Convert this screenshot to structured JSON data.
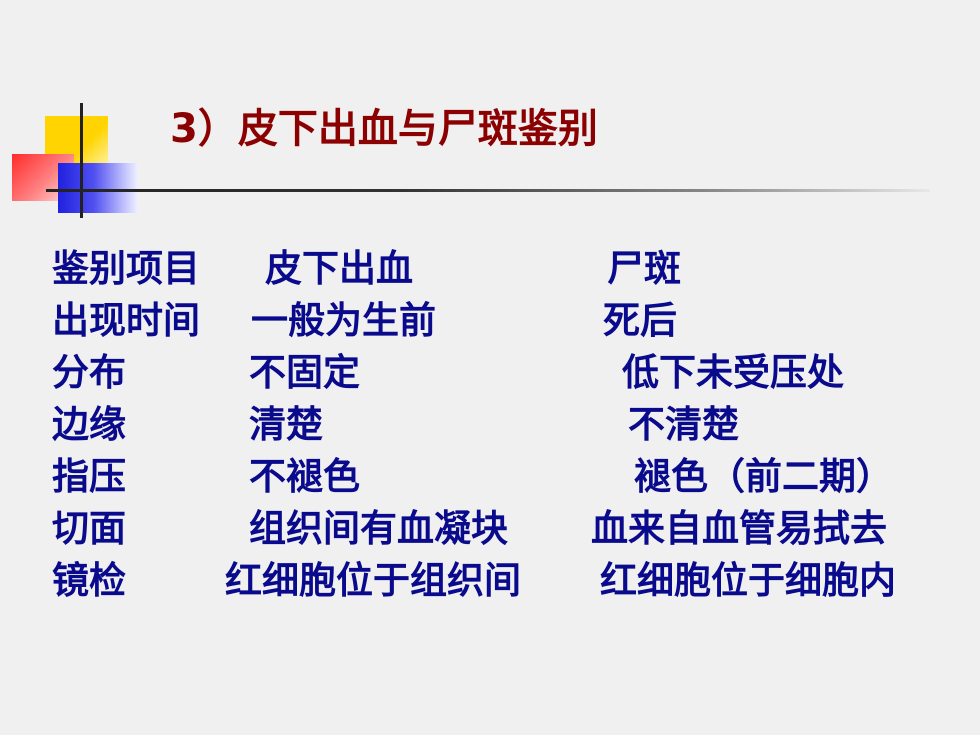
{
  "slide": {
    "title": "3）皮下出血与尸斑鉴别",
    "rows": [
      {
        "item": "鉴别项目",
        "subcutaneous": "皮下出血",
        "livor": "尸斑"
      },
      {
        "item": "出现时间",
        "subcutaneous": "一般为生前",
        "livor": "死后"
      },
      {
        "item": "分布",
        "subcutaneous": "不固定",
        "livor": "低下未受压处"
      },
      {
        "item": "边缘",
        "subcutaneous": "清楚",
        "livor": "不清楚"
      },
      {
        "item": "指压",
        "subcutaneous": "不褪色",
        "livor": "褪色（前二期）"
      },
      {
        "item": "切面",
        "subcutaneous": "组织间有血凝块",
        "livor": "血来自血管易拭去"
      },
      {
        "item": "镜检",
        "subcutaneous": "红细胞位于组织间",
        "livor": "红细胞位于细胞内"
      }
    ]
  },
  "colors": {
    "title": "#8b0000",
    "body_text": "#0a0a8c",
    "background": "#f0f0f0",
    "accent_yellow": "#ffd400",
    "accent_red": "#ff2a2a",
    "accent_blue": "#2020e0"
  }
}
